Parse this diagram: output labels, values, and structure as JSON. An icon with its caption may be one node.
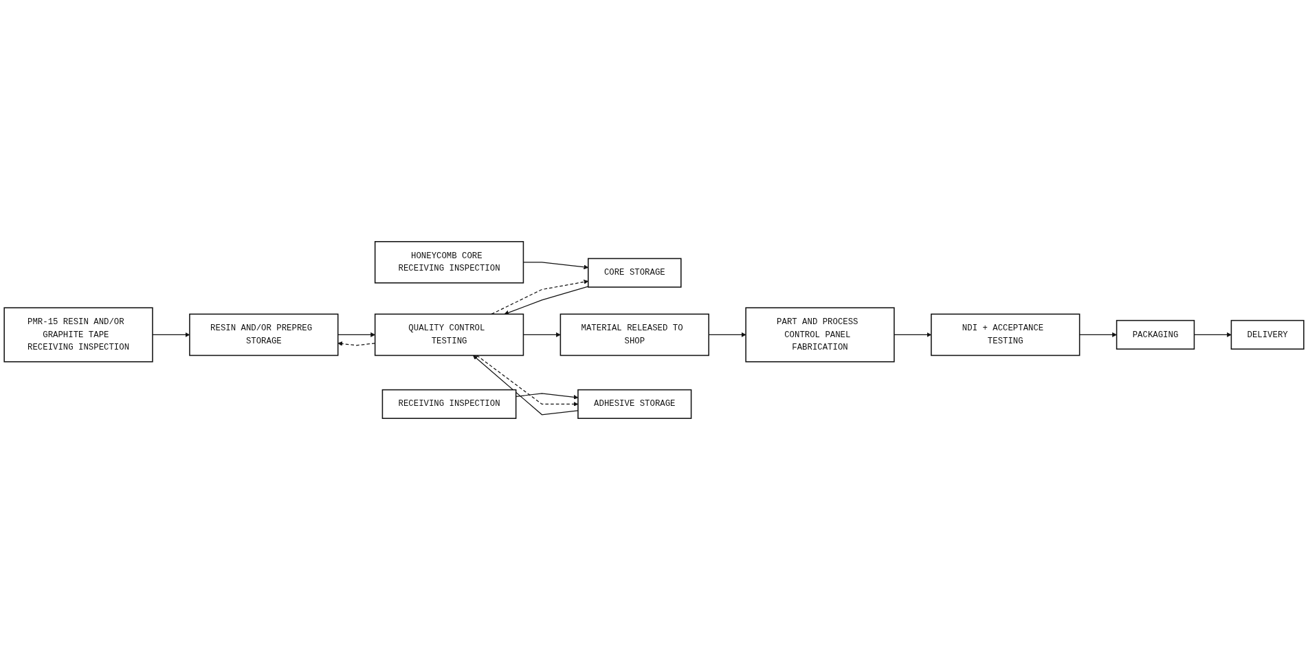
{
  "diagram": {
    "nodes": [
      {
        "text": [
          "PMR-15 RESIN AND/OR GRAPHITE TAPE RECEIVING INSPECTION"
        ]
      },
      {
        "text": [
          "RESIN AND/OR PREPREG STORAGE"
        ]
      },
      {
        "text": [
          "HONEYCOMB CORE RECEIVING INSPECTION"
        ]
      },
      {
        "text": [
          "CORE STORAGE"
        ]
      },
      {
        "text": [
          "QUALITY CONTROL TESTING"
        ]
      },
      {
        "text": [
          "MATERIAL RELEASED TO SHOP"
        ]
      },
      {
        "text": [
          "PART AND PROCESS CONTROL PANEL FABRICATION"
        ]
      },
      {
        "text": [
          "RECEIVING INSPECTION"
        ]
      },
      {
        "text": [
          "ADHESIVE STORAGE"
        ]
      },
      {
        "text": [
          "NDI + ACCEPTANCE TESTING"
        ]
      },
      {
        "text": [
          "DELIVERY"
        ]
      },
      {
        "text": [
          "PACKAGING"
        ]
      }
    ],
    "edges": [
      {
        "from": 0,
        "to": 1,
        "arrow": "to"
      },
      {
        "from": 2,
        "to": 3,
        "arrow": "to"
      },
      {
        "from": 7,
        "to": 8,
        "arrow": "to"
      },
      {
        "from": 1,
        "to": 4,
        "arrow": "to"
      },
      {
        "from": 3,
        "to": 4,
        "arrow": "to"
      },
      {
        "from": 8,
        "to": 4,
        "arrow": "to"
      },
      {
        "from": 4,
        "to": 1,
        "arrow": "to",
        "style": "dashed"
      },
      {
        "from": 4,
        "to": 3,
        "arrow": "to",
        "style": "dashed"
      },
      {
        "from": 4,
        "to": 8,
        "arrow": "to",
        "style": "dashed"
      },
      {
        "from": 4,
        "to": 5,
        "arrow": "to"
      },
      {
        "from": 5,
        "to": 6,
        "arrow": "to"
      },
      {
        "from": 6,
        "to": 9,
        "arrow": "to"
      },
      {
        "from": 9,
        "to": 11,
        "arrow": "to"
      },
      {
        "from": 11,
        "to": 10,
        "arrow": "to"
      }
    ]
  }
}
